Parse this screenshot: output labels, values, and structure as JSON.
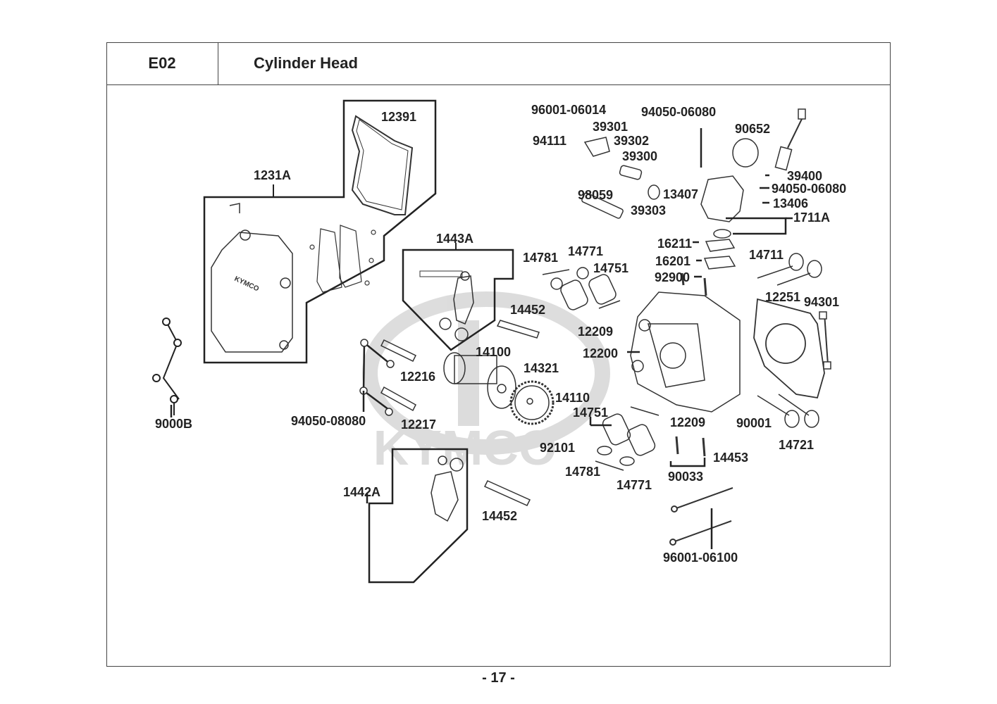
{
  "header": {
    "section_code": "E02",
    "title": "Cylinder Head"
  },
  "watermark": "KYMCO",
  "part_labels": {
    "p_96001_06014": "96001-06014",
    "p_94050_06080_top": "94050-06080",
    "p_90652": "90652",
    "p_39301": "39301",
    "p_94111": "94111",
    "p_39302": "39302",
    "p_39300": "39300",
    "p_39400": "39400",
    "p_94050_06080_mid": "94050-06080",
    "p_98059": "98059",
    "p_13407": "13407",
    "p_39303": "39303",
    "p_13406": "13406",
    "p_1711A": "1711A",
    "p_12391": "12391",
    "p_1231A": "1231A",
    "p_1443A": "1443A",
    "p_16211": "16211",
    "p_16201": "16201",
    "p_92900": "92900",
    "p_14781_top": "14781",
    "p_14771_top": "14771",
    "p_14751_top": "14751",
    "p_14711": "14711",
    "p_12251": "12251",
    "p_94301": "94301",
    "p_14452_top": "14452",
    "p_12209_top": "12209",
    "p_12200": "12200",
    "p_14100": "14100",
    "p_12216": "12216",
    "p_14321": "14321",
    "p_9000B": "9000B",
    "p_94050_08080": "94050-08080",
    "p_12217": "12217",
    "p_14110": "14110",
    "p_14751_bot": "14751",
    "p_12209_bot": "12209",
    "p_90001": "90001",
    "p_92101": "92101",
    "p_14721": "14721",
    "p_14453": "14453",
    "p_14781_bot": "14781",
    "p_14771_bot": "14771",
    "p_90033": "90033",
    "p_1442A": "1442A",
    "p_14452_bot": "14452",
    "p_96001_06100": "96001-06100"
  },
  "page_number": "- 17 -"
}
